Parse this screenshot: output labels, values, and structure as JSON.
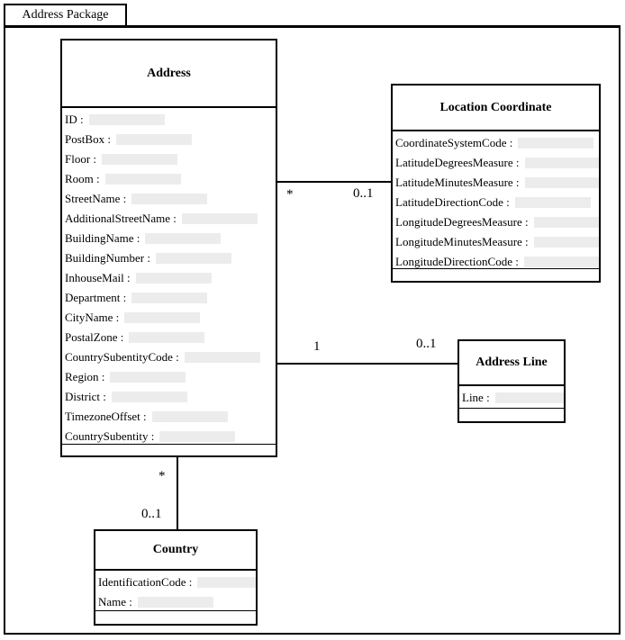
{
  "package": {
    "title": "Address Package"
  },
  "classes": {
    "address": {
      "title": "Address",
      "attributes": [
        "ID :",
        "PostBox :",
        "Floor :",
        "Room :",
        "StreetName :",
        "AdditionalStreetName :",
        "BuildingName :",
        "BuildingNumber :",
        "InhouseMail :",
        "Department :",
        "CityName :",
        "PostalZone :",
        "CountrySubentityCode :",
        "Region :",
        "District :",
        "TimezoneOffset :",
        "CountrySubentity :"
      ]
    },
    "location_coordinate": {
      "title": "Location Coordinate",
      "attributes": [
        "CoordinateSystemCode :",
        "LatitudeDegreesMeasure :",
        "LatitudeMinutesMeasure :",
        "LatitudeDirectionCode :",
        "LongitudeDegreesMeasure :",
        "LongitudeMinutesMeasure :",
        "LongitudeDirectionCode :"
      ]
    },
    "address_line": {
      "title": "Address Line",
      "attributes": [
        "Line :"
      ]
    },
    "country": {
      "title": "Country",
      "attributes": [
        "IdentificationCode :",
        "Name :"
      ]
    }
  },
  "associations": [
    {
      "from": "Address",
      "to": "Location Coordinate",
      "from_multiplicity": "*",
      "to_multiplicity": "0..1"
    },
    {
      "from": "Address",
      "to": "Address Line",
      "from_multiplicity": "1",
      "to_multiplicity": "0..1"
    },
    {
      "from": "Address",
      "to": "Country",
      "from_multiplicity": "*",
      "to_multiplicity": "0..1"
    }
  ],
  "colors": {
    "line": "#000000",
    "background": "#ffffff",
    "text": "#000000",
    "placeholder_fill": "#ececec"
  }
}
